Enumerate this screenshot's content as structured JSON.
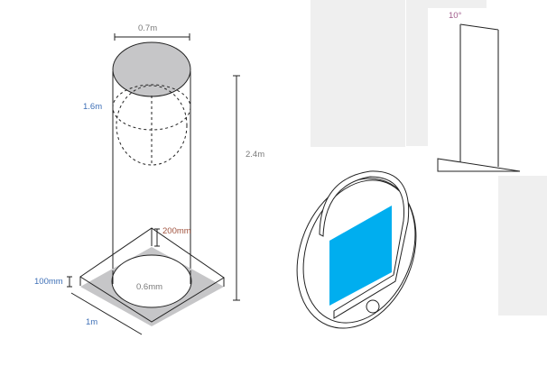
{
  "labels": {
    "top_width": "0.7m",
    "sphere_height": "1.6m",
    "total_height": "2.4m",
    "base_depth": "200mm",
    "plate_thickness": "100mm",
    "inner_diameter": "0.6mm",
    "base_width": "1m",
    "tilt_angle": "10°"
  },
  "colors": {
    "screen_blue": "#00aeef",
    "shade_gray": "#c6c6c8",
    "panel_gray": "#efefef",
    "label_gray": "#7a7a7a",
    "label_blue": "#3d6fb6",
    "label_red": "#a0523d"
  }
}
